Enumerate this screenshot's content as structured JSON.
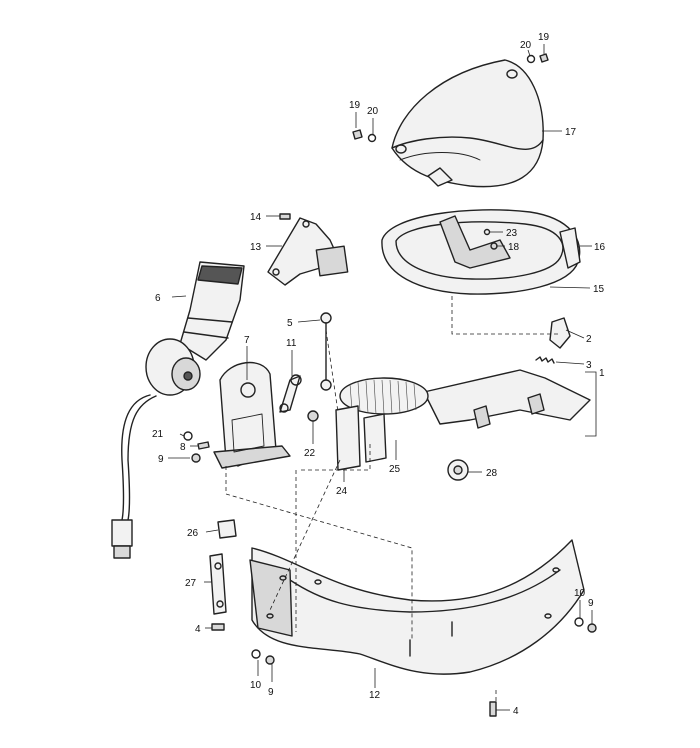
{
  "callouts": [
    {
      "id": "c1",
      "text": "1"
    },
    {
      "id": "c2",
      "text": "2"
    },
    {
      "id": "c3",
      "text": "3"
    },
    {
      "id": "c4a",
      "text": "4"
    },
    {
      "id": "c4b",
      "text": "4"
    },
    {
      "id": "c5",
      "text": "5"
    },
    {
      "id": "c6",
      "text": "6"
    },
    {
      "id": "c7",
      "text": "7"
    },
    {
      "id": "c8",
      "text": "8"
    },
    {
      "id": "c9a",
      "text": "9"
    },
    {
      "id": "c9b",
      "text": "9"
    },
    {
      "id": "c9c",
      "text": "9"
    },
    {
      "id": "c10a",
      "text": "10"
    },
    {
      "id": "c10b",
      "text": "10"
    },
    {
      "id": "c11",
      "text": "11"
    },
    {
      "id": "c12",
      "text": "12"
    },
    {
      "id": "c13",
      "text": "13"
    },
    {
      "id": "c14",
      "text": "14"
    },
    {
      "id": "c15",
      "text": "15"
    },
    {
      "id": "c16",
      "text": "16"
    },
    {
      "id": "c17",
      "text": "17"
    },
    {
      "id": "c18",
      "text": "18"
    },
    {
      "id": "c19a",
      "text": "19"
    },
    {
      "id": "c19b",
      "text": "19"
    },
    {
      "id": "c20a",
      "text": "20"
    },
    {
      "id": "c20b",
      "text": "20"
    },
    {
      "id": "c21",
      "text": "21"
    },
    {
      "id": "c22",
      "text": "22"
    },
    {
      "id": "c23",
      "text": "23"
    },
    {
      "id": "c24",
      "text": "24"
    },
    {
      "id": "c25",
      "text": "25"
    },
    {
      "id": "c26",
      "text": "26"
    },
    {
      "id": "c27",
      "text": "27"
    },
    {
      "id": "c28",
      "text": "28"
    }
  ]
}
